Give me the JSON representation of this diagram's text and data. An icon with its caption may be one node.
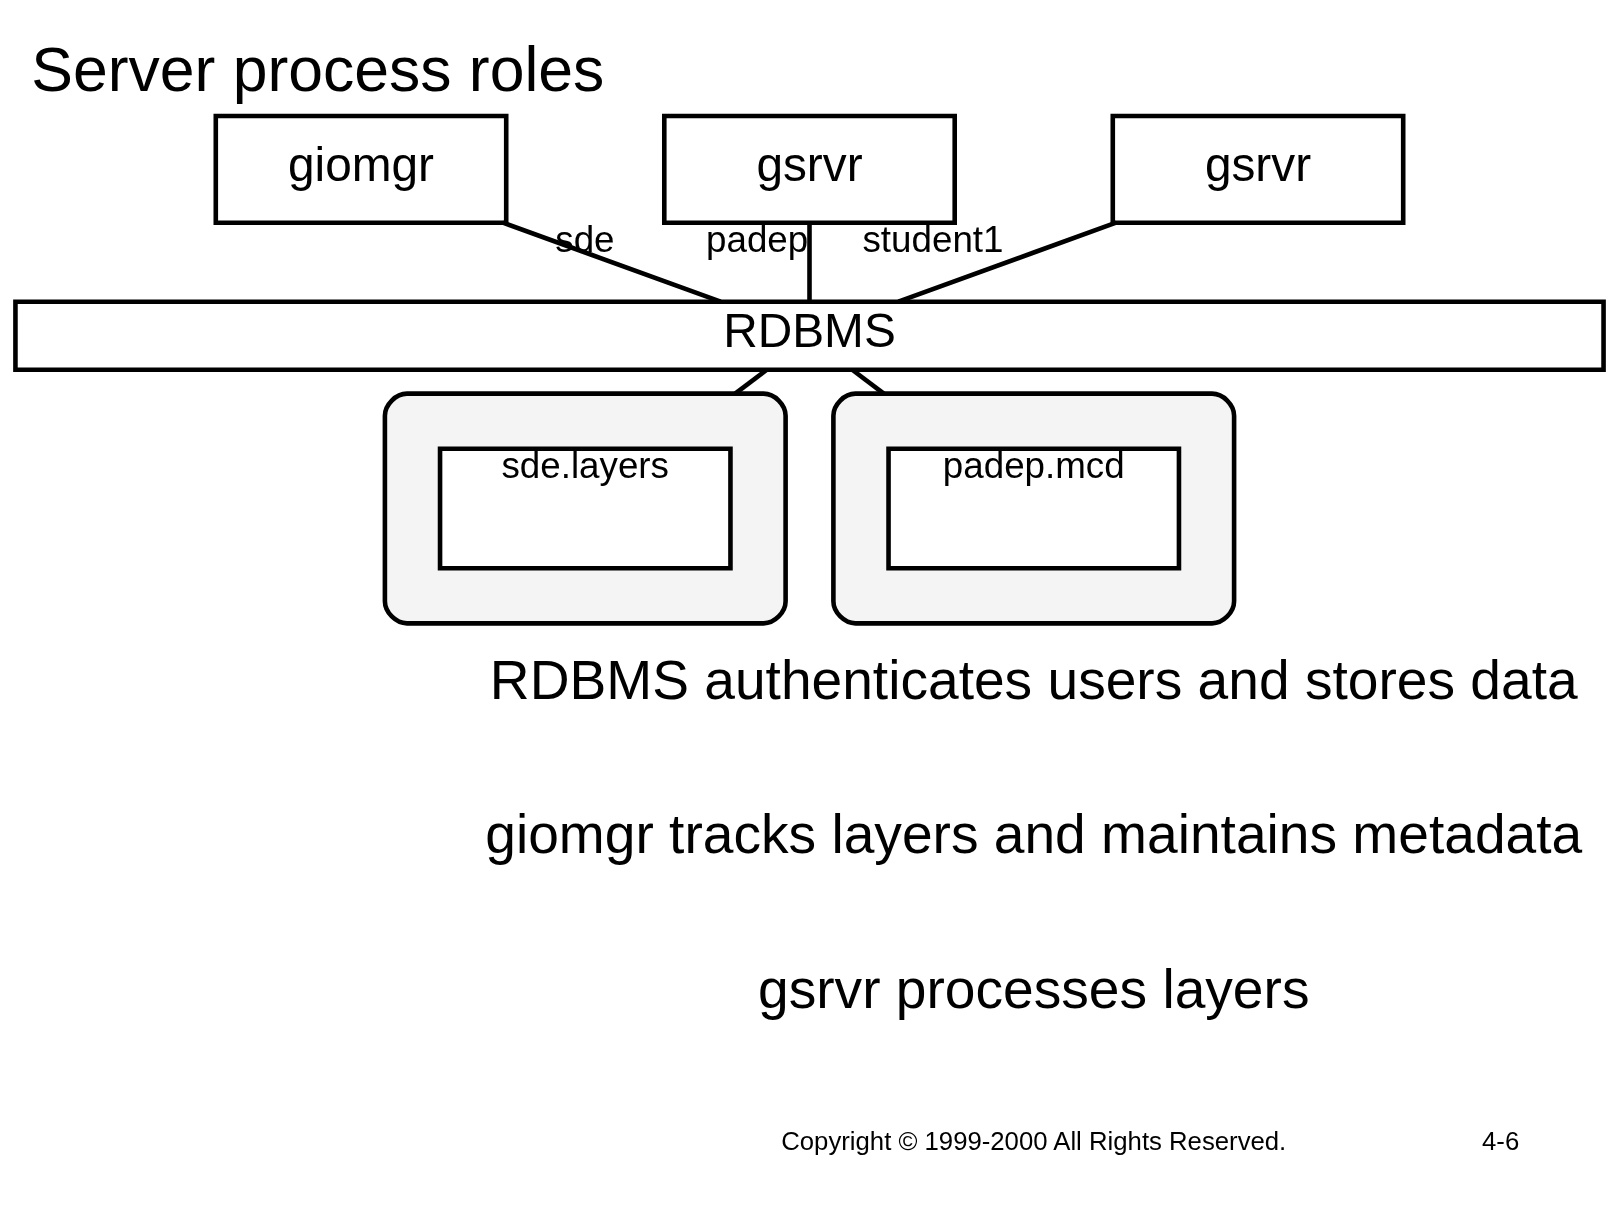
{
  "diagram": {
    "title": "Server process roles",
    "nodes": [
      {
        "text": [
          "giomgr"
        ]
      },
      {
        "text": [
          "gsrvr"
        ]
      },
      {
        "text": [
          "gsrvr"
        ]
      },
      {
        "text": [
          "RDBMS"
        ]
      },
      {
        "text": [],
        "shape": "cylinder"
      },
      {
        "text": [
          "sde.layers"
        ],
        "in": 4
      },
      {
        "text": [],
        "shape": "cylinder"
      },
      {
        "text": [
          "padep.mcd"
        ],
        "in": 6
      }
    ],
    "edges": [
      {
        "from": 0,
        "to": 3,
        "arrow": "none",
        "label": "sde"
      },
      {
        "from": 1,
        "to": 3,
        "arrow": "none",
        "label": "padep"
      },
      {
        "from": 2,
        "to": 3,
        "arrow": "none",
        "label": "student1"
      },
      {
        "from": 3,
        "to": 4,
        "arrow": "none"
      },
      {
        "from": 3,
        "to": 6,
        "arrow": "none"
      }
    ],
    "labels": [
      "RDBMS authenticates users and stores data",
      "giomgr tracks layers and maintains metadata",
      "gsrvr processes layers",
      "Copyright © 1999-2000 All Rights Reserved.",
      "4-6"
    ]
  }
}
